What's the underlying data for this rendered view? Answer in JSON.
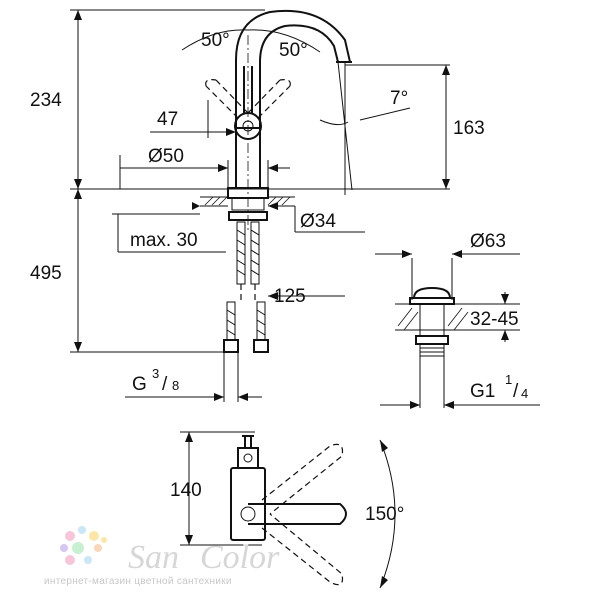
{
  "dimensions": {
    "height_top": "234",
    "height_bottom": "495",
    "angle_left": "50°",
    "angle_right": "50°",
    "spout_angle": "7°",
    "handle_offset": "47",
    "spout_height": "163",
    "base_diameter": "Ø50",
    "hole_diameter": "Ø34",
    "max_thickness": "max. 30",
    "hose_length": "125",
    "thread_main": "G",
    "thread_frac_num": "3",
    "thread_frac_den": "8",
    "waste_diameter": "Ø63",
    "waste_range": "32-45",
    "waste_thread_main": "G1",
    "waste_frac_num": "1",
    "waste_frac_den": "4",
    "top_view_depth": "140",
    "swivel_angle": "150°"
  },
  "watermark": {
    "brand": "SanColor",
    "tagline": "интернет-магазин цветной сантехники",
    "dot_colors": [
      "#f7c6d9",
      "#c9e7f6",
      "#fde6a6",
      "#d6c6f2",
      "#c6f0d0",
      "#f9d7b8"
    ]
  },
  "colors": {
    "ink": "#111111",
    "watermark_text": "#d6d6d6"
  }
}
